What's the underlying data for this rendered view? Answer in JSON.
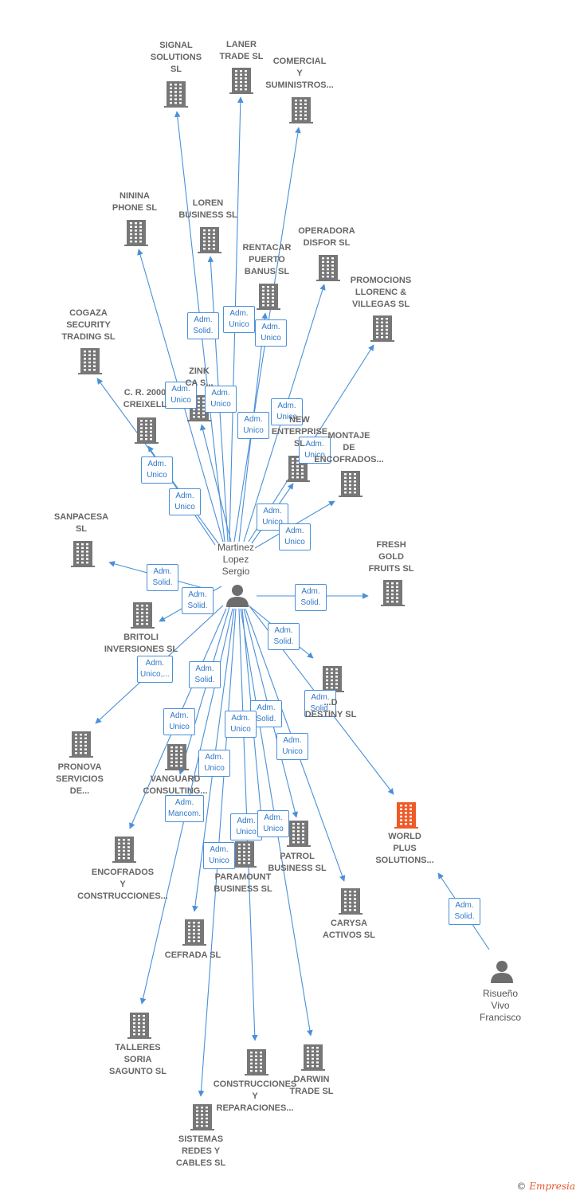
{
  "colors": {
    "edge": "#4a90d9",
    "building": "#777777",
    "building_highlight": "#f05a28",
    "person": "#6d6d6d",
    "badge_text": "#2f78c8"
  },
  "persons": [
    {
      "id": "p1",
      "label": "Martinez\nLopez\nSergio",
      "icon": "person-icon"
    },
    {
      "id": "p2",
      "label": "Risueño\nVivo\nFrancisco",
      "icon": "person-icon"
    }
  ],
  "companies": [
    {
      "id": "c1",
      "label": "SIGNAL\nSOLUTIONS\nSL"
    },
    {
      "id": "c2",
      "label": "LANER\nTRADE  SL"
    },
    {
      "id": "c3",
      "label": "COMERCIAL\nY\nSUMINISTROS..."
    },
    {
      "id": "c4",
      "label": "NININA\nPHONE  SL"
    },
    {
      "id": "c5",
      "label": "LOREN\nBUSINESS  SL"
    },
    {
      "id": "c6",
      "label": "RENTACAR\nPUERTO\nBANUS SL"
    },
    {
      "id": "c7",
      "label": "OPERADORA\nDISFOR  SL"
    },
    {
      "id": "c8",
      "label": "PROMOCIONS\nLLORENC &\nVILLEGAS SL"
    },
    {
      "id": "c9",
      "label": "COGAZA\nSECURITY\nTRADING SL"
    },
    {
      "id": "c10",
      "label": "ZINK\nCA S..."
    },
    {
      "id": "c11",
      "label": "C. R. 2000\nCREIXELL"
    },
    {
      "id": "c12",
      "label": "NEW\nENTERPRISE\nSL"
    },
    {
      "id": "c13",
      "label": "MONTAJE\nDE\nENCOFRADOS..."
    },
    {
      "id": "c14",
      "label": "SANPACESA\nSL"
    },
    {
      "id": "c15",
      "label": "FRESH\nGOLD\nFRUITS  SL"
    },
    {
      "id": "c16",
      "label": "BRITOLI\nINVERSIONES SL"
    },
    {
      "id": "c17",
      "label": "...D\nDESTINY  SL"
    },
    {
      "id": "c18",
      "label": "PRONOVA\nSERVICIOS\nDE..."
    },
    {
      "id": "c19",
      "label": "VANGUARD\nCONSULTING..."
    },
    {
      "id": "c20",
      "label": "WORLD\nPLUS\nSOLUTIONS..."
    },
    {
      "id": "c21",
      "label": "ENCOFRADOS\nY\nCONSTRUCCIONES..."
    },
    {
      "id": "c22",
      "label": "PATROL\nBUSINESS  SL"
    },
    {
      "id": "c23",
      "label": "PARAMOUNT\nBUSINESS SL"
    },
    {
      "id": "c24",
      "label": "CARYSA\nACTIVOS  SL"
    },
    {
      "id": "c25",
      "label": "CEFRADA SL"
    },
    {
      "id": "c26",
      "label": "TALLERES\nSORIA\nSAGUNTO  SL"
    },
    {
      "id": "c27",
      "label": "CONSTRUCCIONES\nY\nREPARACIONES..."
    },
    {
      "id": "c28",
      "label": "DARWIN\nTRADE  SL"
    },
    {
      "id": "c29",
      "label": "SISTEMAS\nREDES Y\nCABLES  SL"
    }
  ],
  "edges": [
    {
      "from": "p1",
      "to": "c1",
      "role": ""
    },
    {
      "from": "p1",
      "to": "c2",
      "role": "Adm.\nUnico"
    },
    {
      "from": "p1",
      "to": "c3",
      "role": "Adm.\nUnico"
    },
    {
      "from": "p1",
      "to": "c4",
      "role": "Adm.\nUnico"
    },
    {
      "from": "p1",
      "to": "c5",
      "role": "Adm.\nSolid."
    },
    {
      "from": "p1",
      "to": "c6",
      "role": "Adm.\nUnico"
    },
    {
      "from": "p1",
      "to": "c7",
      "role": "Adm.\nUnico"
    },
    {
      "from": "p1",
      "to": "c8",
      "role": "Adm.\nUnico"
    },
    {
      "from": "p1",
      "to": "c9",
      "role": "Adm.\nUnico"
    },
    {
      "from": "p1",
      "to": "c10",
      "role": "Adm.\nUnico"
    },
    {
      "from": "p1",
      "to": "c11",
      "role": "Adm.\nUnico"
    },
    {
      "from": "p1",
      "to": "c12",
      "role": "Adm.\nUnico"
    },
    {
      "from": "p1",
      "to": "c13",
      "role": "Adm.\nUnico"
    },
    {
      "from": "p1",
      "to": "c14",
      "role": "Adm.\nSolid."
    },
    {
      "from": "p1",
      "to": "c15",
      "role": "Adm.\nSolid."
    },
    {
      "from": "p1",
      "to": "c16",
      "role": "Adm.\nSolid."
    },
    {
      "from": "p1",
      "to": "c17",
      "role": "Adm.\nSolid."
    },
    {
      "from": "p1",
      "to": "c18",
      "role": "Adm.\nUnico,..."
    },
    {
      "from": "p1",
      "to": "c19",
      "role": "Adm.\nUnico"
    },
    {
      "from": "p1",
      "to": "c20",
      "role": "Adm.\nSolid."
    },
    {
      "from": "p1",
      "to": "c21",
      "role": "Adm.\nSolid."
    },
    {
      "from": "p1",
      "to": "c22",
      "role": "Adm.\nUnico"
    },
    {
      "from": "p1",
      "to": "c23",
      "role": "Adm.\nSolid."
    },
    {
      "from": "p1",
      "to": "c24",
      "role": "Adm.\nUnico"
    },
    {
      "from": "p1",
      "to": "c25",
      "role": "Adm.\nUnico"
    },
    {
      "from": "p1",
      "to": "c26",
      "role": "Adm.\nMancom."
    },
    {
      "from": "p1",
      "to": "c27",
      "role": "Adm.\nUnico"
    },
    {
      "from": "p1",
      "to": "c28",
      "role": "Adm.\nUnico"
    },
    {
      "from": "p1",
      "to": "c29",
      "role": "Adm.\nUnico"
    },
    {
      "from": "p2",
      "to": "c20",
      "role": "Adm.\nSolid."
    }
  ],
  "highlighted_company": "c20",
  "watermark": {
    "symbol": "©",
    "brand": "Empresia"
  }
}
